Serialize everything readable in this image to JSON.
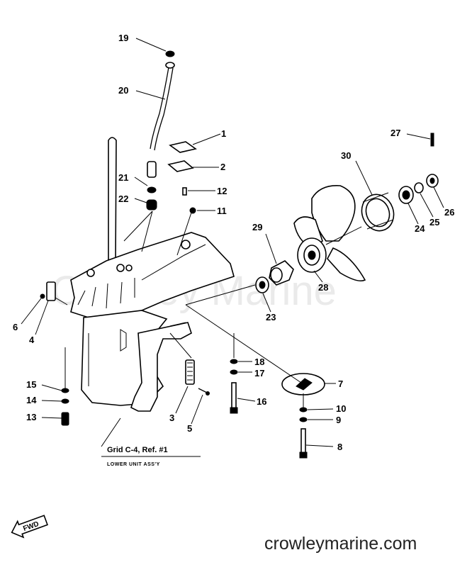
{
  "watermark": "Crowley Marine",
  "website": "crowleymarine.com",
  "reference": {
    "line1": "Grid C-4, Ref. #1",
    "line2": "LOWER UNIT ASS'Y"
  },
  "direction_label": "FWD",
  "callouts": [
    {
      "id": "19",
      "label": "19"
    },
    {
      "id": "20",
      "label": "20"
    },
    {
      "id": "1",
      "label": "1"
    },
    {
      "id": "2",
      "label": "2"
    },
    {
      "id": "21",
      "label": "21"
    },
    {
      "id": "22",
      "label": "22"
    },
    {
      "id": "12",
      "label": "12"
    },
    {
      "id": "11",
      "label": "11"
    },
    {
      "id": "27",
      "label": "27"
    },
    {
      "id": "30",
      "label": "30"
    },
    {
      "id": "26",
      "label": "26"
    },
    {
      "id": "25",
      "label": "25"
    },
    {
      "id": "24",
      "label": "24"
    },
    {
      "id": "29",
      "label": "29"
    },
    {
      "id": "28",
      "label": "28"
    },
    {
      "id": "23",
      "label": "23"
    },
    {
      "id": "6",
      "label": "6"
    },
    {
      "id": "4",
      "label": "4"
    },
    {
      "id": "18",
      "label": "18"
    },
    {
      "id": "17",
      "label": "17"
    },
    {
      "id": "16",
      "label": "16"
    },
    {
      "id": "7",
      "label": "7"
    },
    {
      "id": "15",
      "label": "15"
    },
    {
      "id": "14",
      "label": "14"
    },
    {
      "id": "13",
      "label": "13"
    },
    {
      "id": "3",
      "label": "3"
    },
    {
      "id": "5",
      "label": "5"
    },
    {
      "id": "10",
      "label": "10"
    },
    {
      "id": "9",
      "label": "9"
    },
    {
      "id": "8",
      "label": "8"
    }
  ]
}
